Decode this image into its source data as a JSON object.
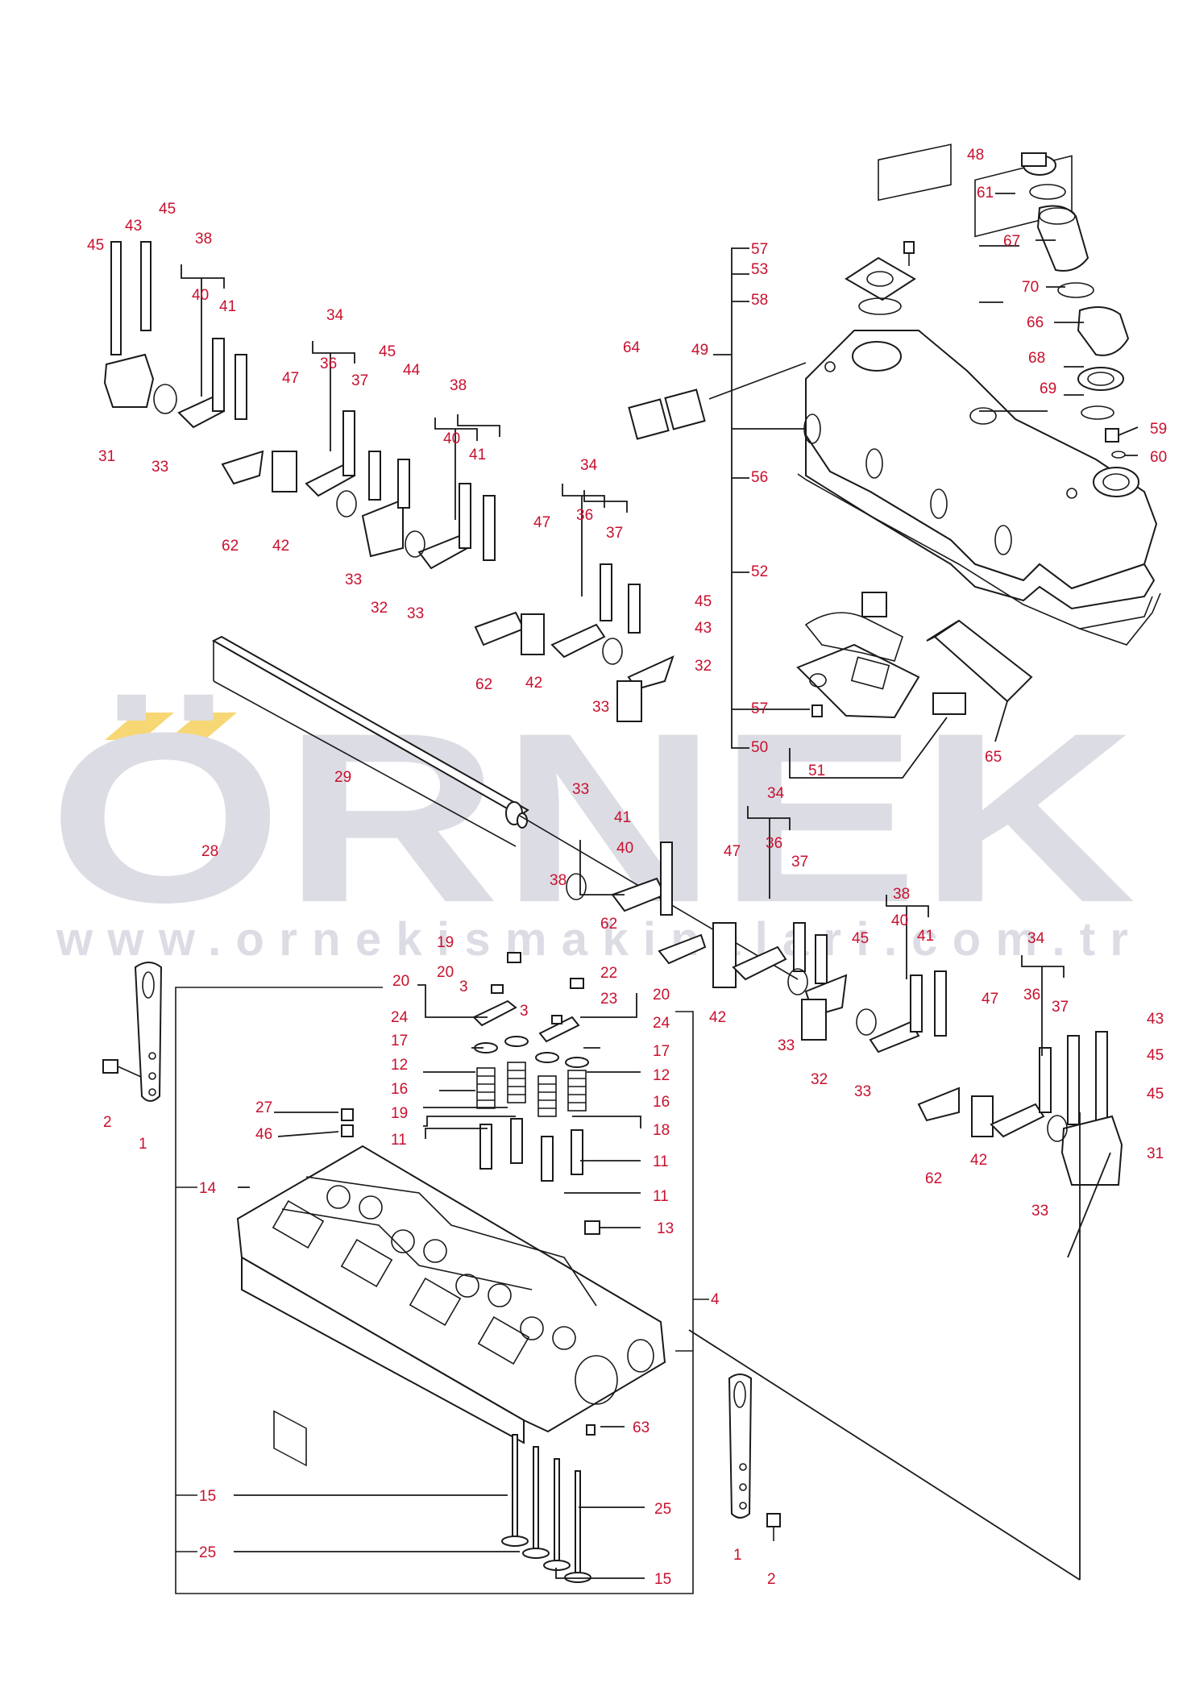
{
  "watermark": {
    "brand": "ÖRNEK",
    "site": "www.ornekismakinalari.com.tr",
    "accent_color": "#f7d774",
    "mark_color": "#dcdce4"
  },
  "label_color": "#c8102e",
  "labels": {
    "l1a": "1",
    "l1b": "1",
    "l2a": "2",
    "l2b": "2",
    "l3a": "3",
    "l3b": "3",
    "l4": "4",
    "l11a": "11",
    "l11b": "11",
    "l11c": "11",
    "l12a": "12",
    "l12b": "12",
    "l13": "13",
    "l14": "14",
    "l15a": "15",
    "l15b": "15",
    "l16a": "16",
    "l16b": "16",
    "l17a": "17",
    "l17b": "17",
    "l18": "18",
    "l19a": "19",
    "l19b": "19",
    "l20a": "20",
    "l20b": "20",
    "l20c": "20",
    "l22": "22",
    "l23": "23",
    "l24a": "24",
    "l24b": "24",
    "l25a": "25",
    "l25b": "25",
    "l27": "27",
    "l28": "28",
    "l29": "29",
    "l31a": "31",
    "l31b": "31",
    "l32a": "32",
    "l32b": "32",
    "l32c": "32",
    "l33a": "33",
    "l33b": "33",
    "l33c": "33",
    "l33d": "33",
    "l33e": "33",
    "l33f": "33",
    "l33g": "33",
    "l33h": "33",
    "l34a": "34",
    "l34b": "34",
    "l34c": "34",
    "l34d": "34",
    "l36a": "36",
    "l36b": "36",
    "l36c": "36",
    "l36d": "36",
    "l37a": "37",
    "l37b": "37",
    "l37c": "37",
    "l37d": "37",
    "l38a": "38",
    "l38b": "38",
    "l38c": "38",
    "l38d": "38",
    "l40a": "40",
    "l40b": "40",
    "l40c": "40",
    "l40d": "40",
    "l41a": "41",
    "l41b": "41",
    "l41c": "41",
    "l41d": "41",
    "l42a": "42",
    "l42b": "42",
    "l42c": "42",
    "l42d": "42",
    "l43a": "43",
    "l43b": "43",
    "l43c": "43",
    "l44": "44",
    "l45a": "45",
    "l45b": "45",
    "l45c": "45",
    "l45d": "45",
    "l45e": "45",
    "l45f": "45",
    "l45g": "45",
    "l46": "46",
    "l47a": "47",
    "l47b": "47",
    "l47c": "47",
    "l47d": "47",
    "l48": "48",
    "l49": "49",
    "l50": "50",
    "l51": "51",
    "l52": "52",
    "l53": "53",
    "l56": "56",
    "l57a": "57",
    "l57b": "57",
    "l58": "58",
    "l59": "59",
    "l60": "60",
    "l61": "61",
    "l62a": "62",
    "l62b": "62",
    "l62c": "62",
    "l62d": "62",
    "l63": "63",
    "l64": "64",
    "l65": "65",
    "l66": "66",
    "l67": "67",
    "l68": "68",
    "l69": "69",
    "l70": "70"
  }
}
